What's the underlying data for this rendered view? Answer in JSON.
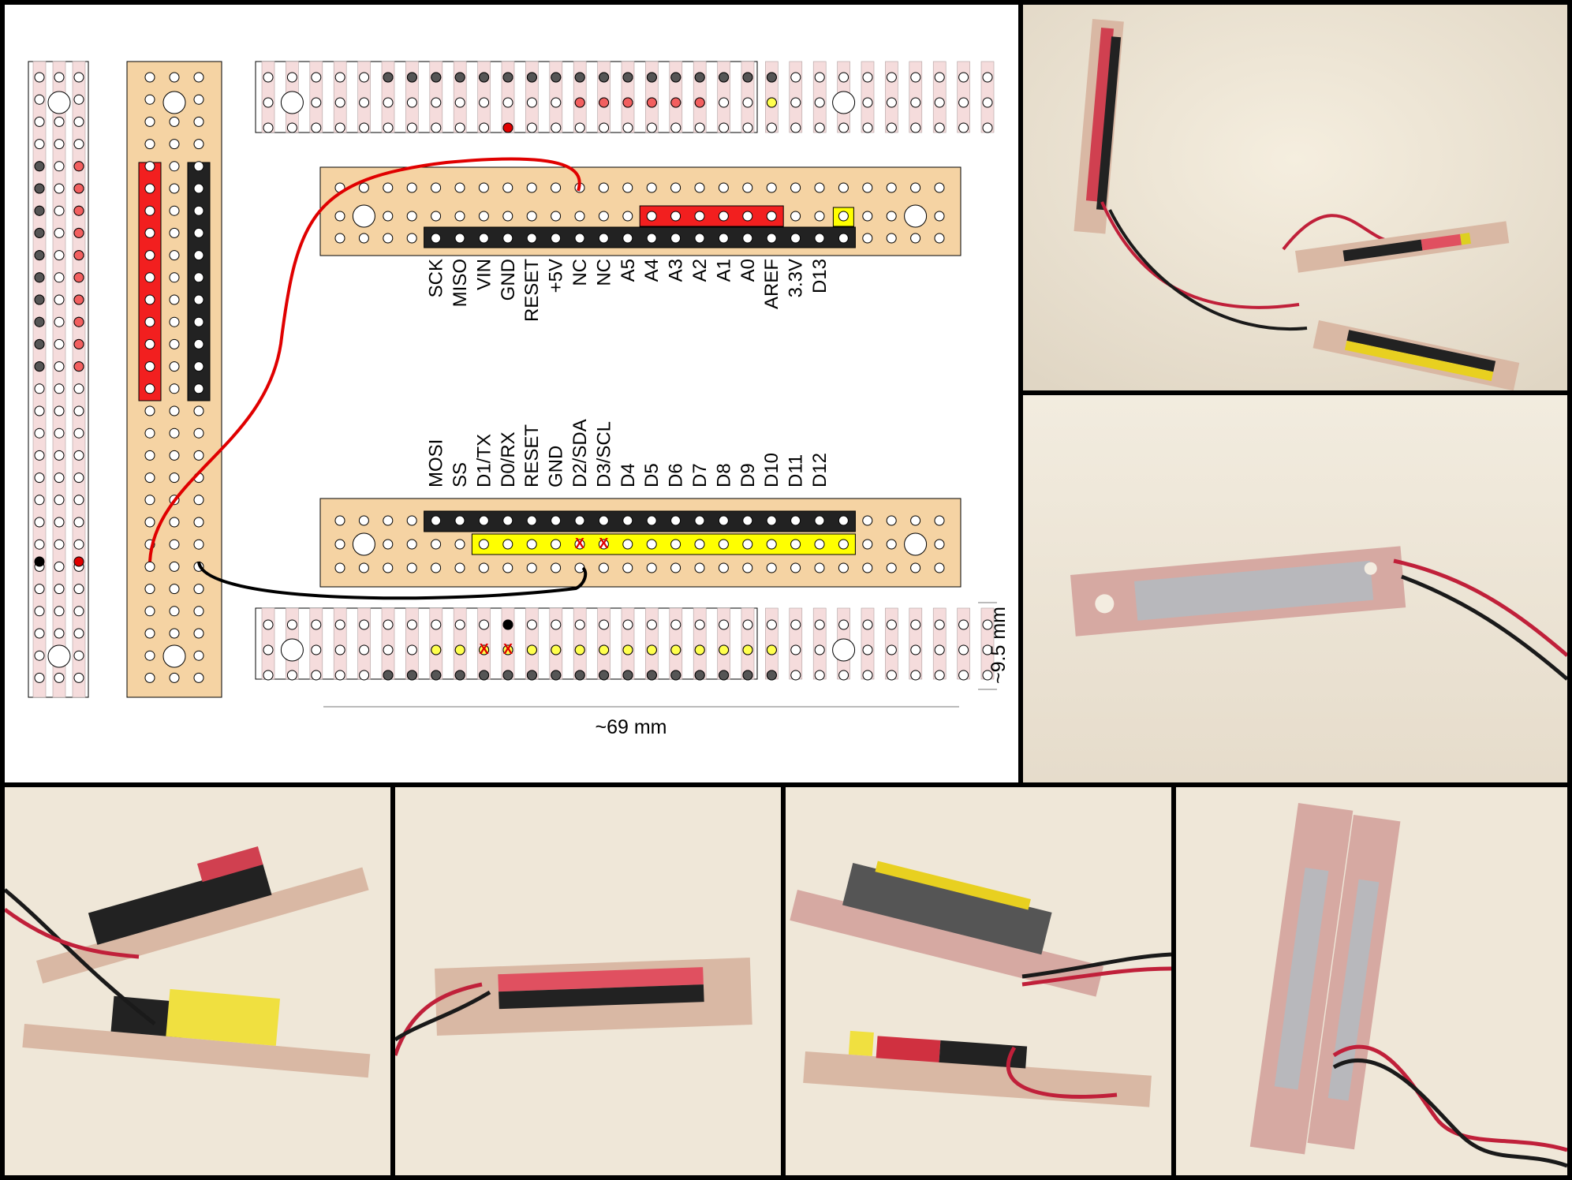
{
  "diagram": {
    "top_header_labels": [
      "SCK",
      "MISO",
      "VIN",
      "GND",
      "RESET",
      "+5V",
      "NC",
      "NC",
      "A5",
      "A4",
      "A3",
      "A2",
      "A1",
      "A0",
      "AREF",
      "3.3V",
      "D13"
    ],
    "bottom_header_labels": [
      "MOSI",
      "SS",
      "D1/TX",
      "D0/RX",
      "RESET",
      "GND",
      "D2/SDA",
      "D3/SCL",
      "D4",
      "D5",
      "D6",
      "D7",
      "D8",
      "D9",
      "D10",
      "D11",
      "D12"
    ],
    "disconnect_mark": "X",
    "dimension_height": "~9.5 mm",
    "dimension_width": "~69 mm",
    "colors": {
      "board": "#f5d3a3",
      "strip": "#f5dcdc",
      "red_header": "#f21f1f",
      "black_header": "#222222",
      "yellow_header": "#ffff00",
      "pin_dark": "#555555",
      "pin_red": "#f25f5f",
      "pin_yellow": "#ffff4d",
      "wire_red": "#e00000",
      "wire_black": "#000000"
    }
  },
  "photos": [
    {
      "name": "photo-assembled-adapter"
    },
    {
      "name": "photo-solder-side"
    },
    {
      "name": "photo-headers-labeled"
    },
    {
      "name": "photo-red-black-header"
    },
    {
      "name": "photo-yellow-red-black-headers"
    },
    {
      "name": "photo-stacked-solder-view"
    }
  ]
}
